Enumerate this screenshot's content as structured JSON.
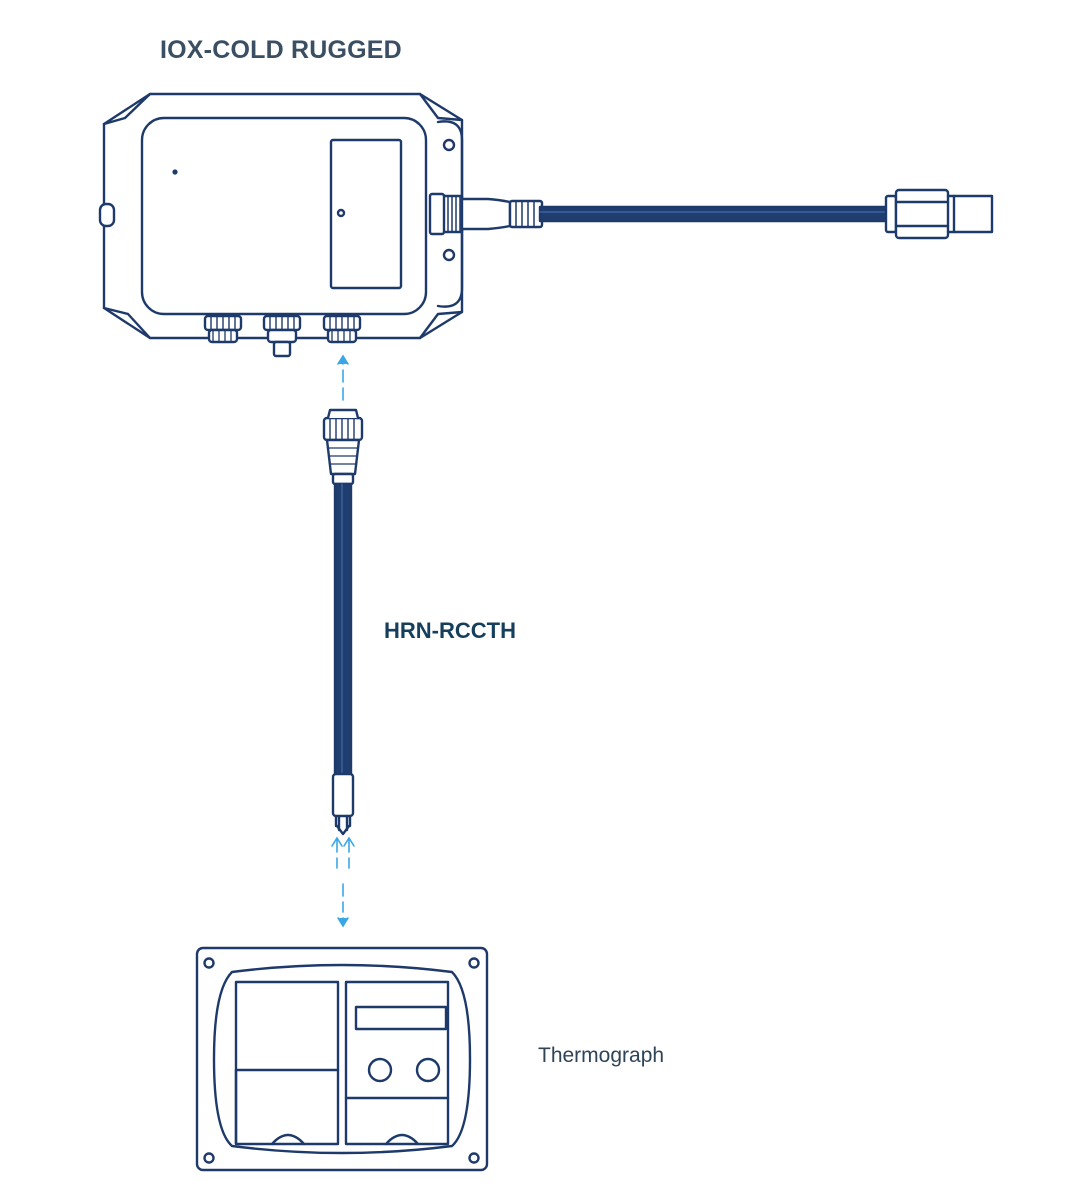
{
  "labels": {
    "device": "IOX-COLD RUGGED",
    "cable": "HRN-RCCTH",
    "thermograph": "Thermograph"
  },
  "colors": {
    "outline": "#1e3a6b",
    "cable": "#1f3d6e",
    "arrow": "#3aa6e6",
    "label_dark": "#163f5e",
    "label_gray": "#3a4f63",
    "background": "#ffffff"
  },
  "icons": [
    "iox-device-icon",
    "connector-plug-icon",
    "rj-plug-icon",
    "ferrule-icon",
    "thermograph-icon"
  ]
}
